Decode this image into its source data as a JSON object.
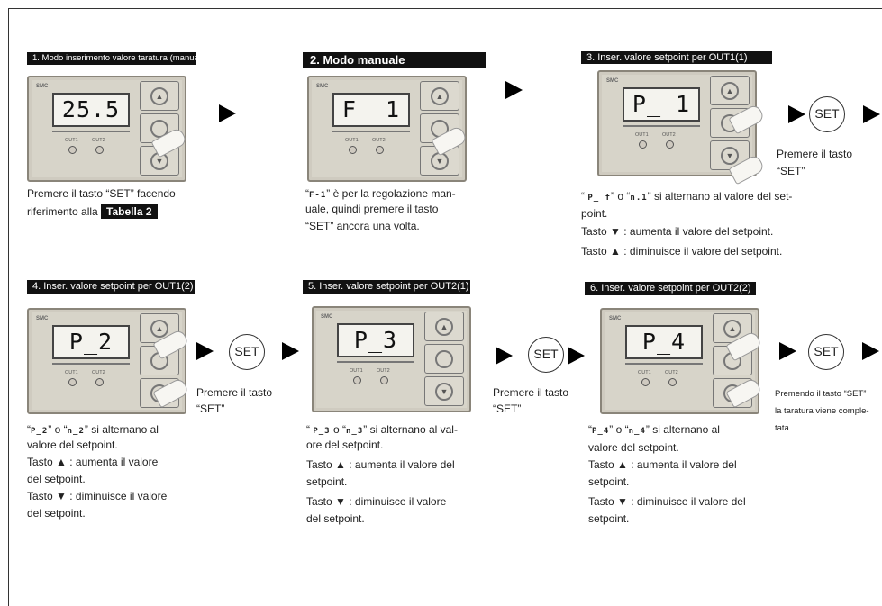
{
  "steps": [
    {
      "title": "1. Modo inserimento valore taratura (manuale)",
      "display": "25.5",
      "desc_line1": "Premere il tasto “SET” facendo",
      "desc_line2": "riferimento alla",
      "badge": "Tabella 2"
    },
    {
      "title": "2. Modo manuale",
      "display": "F_ 1",
      "desc_line1_seg": "F-1",
      "desc_line1_rest": "” è per la regolazione man-",
      "desc_line2": "uale, quindi premere il tasto",
      "desc_line3": "“SET” ancora una volta."
    },
    {
      "title": "3. Inser. valore setpoint per OUT1(1)",
      "display": "P_ 1",
      "set_label": "SET",
      "side_line1": "Premere il tasto",
      "side_line2": "“SET”",
      "seg_a": "P_ f",
      "seg_b": "n.1",
      "desc_line1_rest": "” si alternano al valore del set-",
      "desc_line2": "point.",
      "desc_line3": "Tasto ▼ : aumenta il valore del setpoint.",
      "desc_line4": "Tasto ▲ : diminuisce il valore del setpoint."
    },
    {
      "title": "4. Inser. valore setpoint per OUT1(2)",
      "display": "P_2",
      "set_label": "SET",
      "side_line1": "Premere il tasto",
      "side_line2": "“SET”",
      "seg_a": "P_2",
      "seg_b": "n_2",
      "desc_line1_rest": "” si alternano al",
      "desc_line2": "valore del setpoint.",
      "desc_line3": "Tasto ▲ : aumenta il valore",
      "desc_line4": "del setpoint.",
      "desc_line5": "Tasto ▼ : diminuisce il valore",
      "desc_line6": "del setpoint."
    },
    {
      "title": "5. Inser. valore setpoint per OUT2(1)",
      "display": "P_3",
      "set_label": "SET",
      "side_line1": "Premere il tasto",
      "side_line2": "“SET”",
      "seg_a": "P_3",
      "seg_b": "n_3",
      "desc_line1_rest": "” si alternano al val-",
      "desc_line2": "ore del setpoint.",
      "desc_line3": "Tasto ▲ : aumenta il valore del",
      "desc_line4": "setpoint.",
      "desc_line5": "Tasto ▼ : diminuisce il valore",
      "desc_line6": "del setpoint."
    },
    {
      "title": "6. Inser. valore setpoint per OUT2(2)",
      "display": "P_4",
      "set_label": "SET",
      "side_line1": "Premendo il tasto “SET”",
      "side_line2": "la taratura viene comple-",
      "side_line3": "tata.",
      "seg_a": "P_4",
      "seg_b": "n_4",
      "desc_line1_rest": "” si alternano al",
      "desc_line2": "valore del setpoint.",
      "desc_line3": "Tasto ▲ : aumenta il valore del",
      "desc_line4": "setpoint.",
      "desc_line5": "Tasto ▼ : diminuisce il valore del",
      "desc_line6": "setpoint."
    }
  ],
  "panel": {
    "out1": "OUT1",
    "out2": "OUT2",
    "logo": "SMC"
  },
  "connector_o": "o"
}
